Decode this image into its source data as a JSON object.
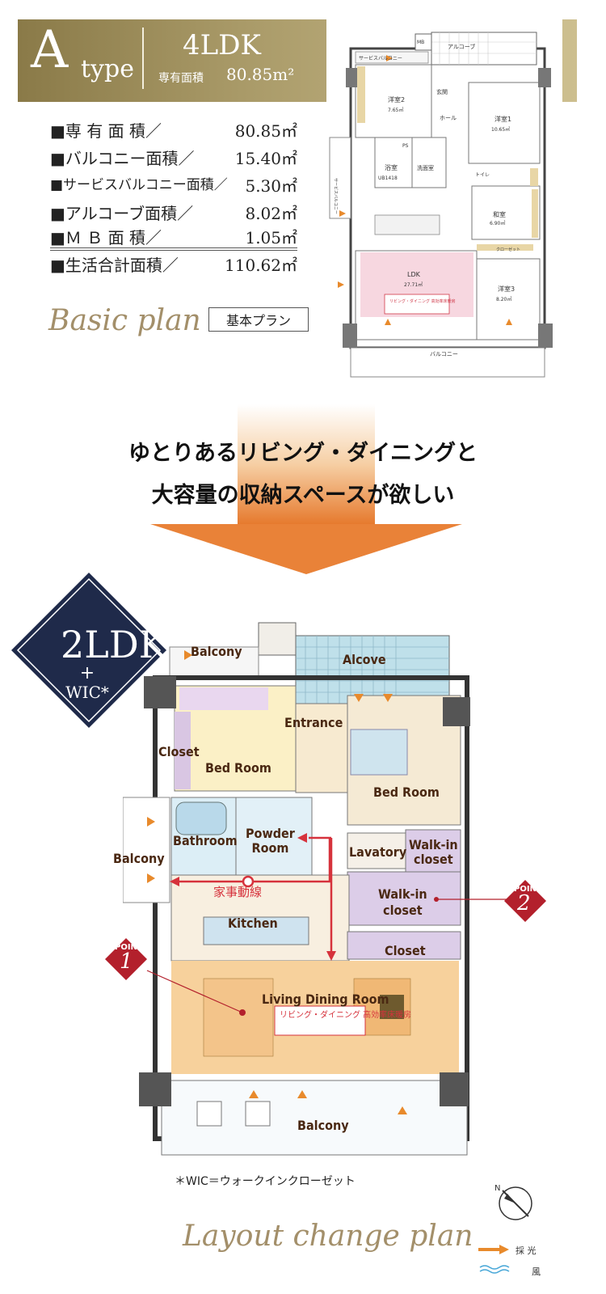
{
  "header": {
    "type_letter": "A",
    "type_word": "type",
    "layout": "4LDK",
    "private_area_label": "専有面積",
    "private_area_value": "80.85m²"
  },
  "areas": [
    {
      "label": "■専 有 面 積／",
      "value": "80.85㎡"
    },
    {
      "label": "■バルコニー面積／",
      "value": "15.40㎡"
    },
    {
      "label": "■サービスバルコニー面積／",
      "value": "5.30㎡"
    },
    {
      "label": "■アルコーブ面積／",
      "value": "8.02㎡"
    },
    {
      "label": "■Ｍ Ｂ 面 積／",
      "value": "1.05㎡"
    },
    {
      "label": "■生活合計面積／",
      "value": "110.62㎡"
    }
  ],
  "basic_plan": {
    "script": "Basic plan",
    "label": "基本プラン"
  },
  "small_plan_labels": {
    "alcove": "アルコーブ",
    "service_balcony_top": "サービスバルコニー",
    "mb": "MB",
    "western2": "洋室2",
    "western2_area": "7.65㎡",
    "entrance": "玄関",
    "hall": "ホール",
    "western1": "洋室1",
    "western1_area": "10.65㎡",
    "bath": "浴室",
    "bath_unit": "UB1418",
    "washroom": "洗面室",
    "toilet": "トイレ",
    "service_balcony_side": "サービスバルコニー",
    "japanese": "和室",
    "japanese_area": "6.90㎡",
    "ldk": "LDK",
    "ldk_area": "27.71㎡",
    "floor_heat": "リビング・ダイニング\n高効率床暖房",
    "western3": "洋室3",
    "western3_area": "8.20㎡",
    "balcony": "バルコニー",
    "closet": "クローゼット",
    "ps": "PS"
  },
  "headline": {
    "line1": "ゆとりあるリビング・ダイニングと",
    "line2": "大容量の収納スペースが欲しい"
  },
  "change_badge": {
    "main": "2LDK",
    "plus": "+",
    "sub": "WIC*"
  },
  "big_plan_labels": {
    "balcony_top": "Balcony",
    "alcove": "Alcove",
    "entrance": "Entrance",
    "closet_left": "Closet",
    "bedroom_left": "Bed Room",
    "bedroom_right": "Bed Room",
    "balcony_left": "Balcony",
    "bathroom": "Bathroom",
    "powder_room": "Powder\nRoom",
    "lavatory": "Lavatory",
    "walkin_small": "Walk-in\ncloset",
    "walkin_large": "Walk-in\ncloset",
    "chore_line": "家事動線",
    "kitchen": "Kitchen",
    "closet_right": "Closet",
    "ldr": "Living Dining Room",
    "floor_heat": "リビング・ダイニング\n高効率床暖房",
    "balcony_bottom": "Balcony"
  },
  "points": [
    {
      "label": "POINT",
      "number": "1"
    },
    {
      "label": "POINT",
      "number": "2"
    }
  ],
  "footnote": "＊WIC＝ウォークインクローゼット",
  "layout_change": {
    "script": "Layout change plan"
  },
  "legend": {
    "light": "採 光",
    "wind": "風"
  },
  "colors": {
    "gold": "#a99a68",
    "navy": "#1f2a4a",
    "point_red": "#b3202c",
    "arrow_orange": "#e07a2c",
    "script_gold": "#a38f6a"
  }
}
